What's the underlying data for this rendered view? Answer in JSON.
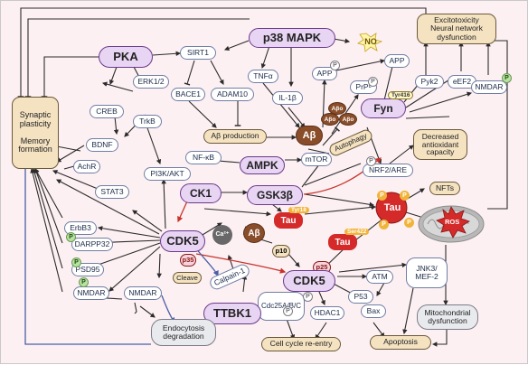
{
  "nodes": {
    "pka": "PKA",
    "p38": "p38 MAPK",
    "no": "NO",
    "excito": "Excitotoxicity\nNeural network\ndysfunction",
    "synaptic": "Synaptic\nplasticity\n\nMemory\nformation",
    "sirt1": "SIRT1",
    "erk": "ERK1/2",
    "creb": "CREB",
    "bace1": "BACE1",
    "adam10": "ADAM10",
    "tnfa": "TNFα",
    "il1b": "IL-1β",
    "app1": "APP",
    "app2": "APP",
    "prpc": "PrPᶜ",
    "fyn": "Fyn",
    "pyk2": "Pyk2",
    "eef2": "eEF2",
    "nmdar_r": "NMDAR",
    "trkb": "TrkB",
    "bdnf": "BDNF",
    "abprod": "Aβ production",
    "ab_main": "Aβ",
    "abo": "Aβo",
    "autophagy": "Autophagy",
    "mtor": "mTOR",
    "ampk": "AMPK",
    "nfkb": "NF-κB",
    "pi3k": "PI3K/AKT",
    "achr": "AchR",
    "stat3": "STAT3",
    "decreased": "Decreased\nantioxidant\ncapacity",
    "nrf2": "NRF2/ARE",
    "ck1": "CK1",
    "gsk3b": "GSK3β",
    "nfts": "NFTs",
    "tau_main": "Tau",
    "tau_tyr": "Tau",
    "tau_ser": "Tau",
    "ros": "ROS",
    "erbb3": "ErbB3",
    "darpp32": "DARPP32",
    "psd95": "PSD95",
    "nmdar_l": "NMDAR",
    "cdk5_main": "CDK5",
    "p35": "p35",
    "ca": "Ca²⁺",
    "ab_mid": "Aβ",
    "calpain": "Calpain-1",
    "cleave": "Cleave",
    "p10": "p10",
    "p25": "p25",
    "cdk5_2": "CDK5",
    "atm": "ATM",
    "jnk3": "JNK3/\nMEF-2",
    "cdc25": "Cdc25A/B/C",
    "hdac1": "HDAC1",
    "p53": "P53",
    "bax": "Bax",
    "mito": "Mitochondrial\ndysfunction",
    "nmdar_m": "NMDAR",
    "ttbk1": "TTBK1",
    "endo": "Endocytosis\ndegradation",
    "cellcycle": "Cell cycle re-entry",
    "apoptosis": "Apoptosis"
  },
  "tags": {
    "tyr416": "Tyr416",
    "tyr18": "Tyr18",
    "ser422": "Ser422",
    "p": "P"
  },
  "colors": {
    "background": "#fdf0f3",
    "kinase_fill": "#e8d4f3",
    "kinase_border": "#6b3a8a",
    "protein_border": "#6f7ea4",
    "outcome_fill": "#f4e2c1",
    "abeta": "#8a4d2a",
    "tau": "#d42a2a",
    "phospho": "#f1b43a",
    "inhibit": "#2b2b2b",
    "activate_red": "#c8342b",
    "blue_path": "#4a5fa8"
  },
  "icons": [
    "mitochondrion-icon",
    "ros-burst-icon",
    "no-burst-icon"
  ]
}
